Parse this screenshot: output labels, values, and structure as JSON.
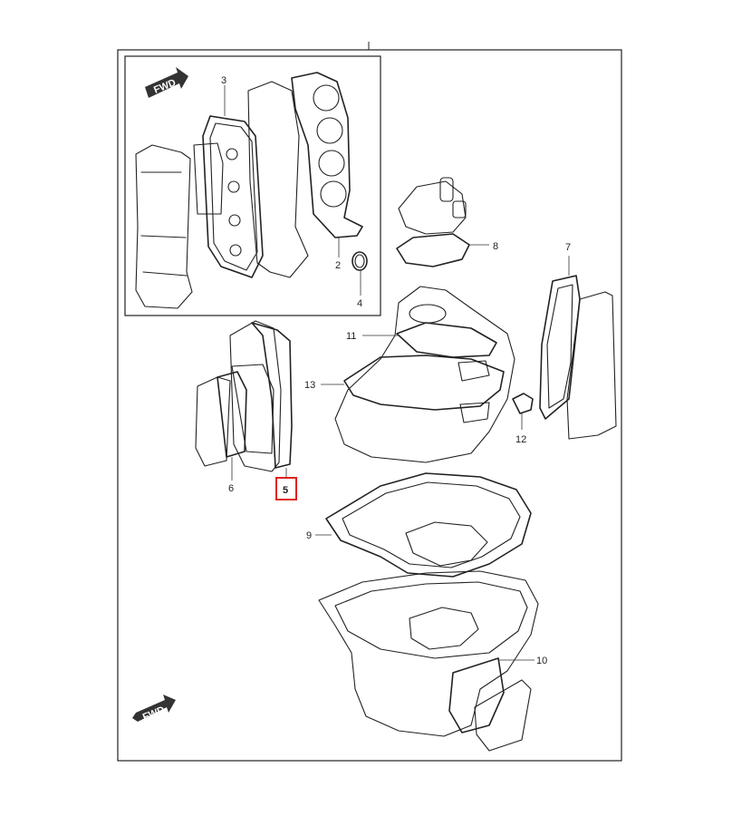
{
  "badges": {
    "fwd_text": "FWD"
  },
  "parts": [
    {
      "id": "2",
      "label": "2"
    },
    {
      "id": "3",
      "label": "3"
    },
    {
      "id": "4",
      "label": "4"
    },
    {
      "id": "5",
      "label": "5"
    },
    {
      "id": "6",
      "label": "6"
    },
    {
      "id": "7",
      "label": "7"
    },
    {
      "id": "8",
      "label": "8"
    },
    {
      "id": "9",
      "label": "9"
    },
    {
      "id": "10",
      "label": "10"
    },
    {
      "id": "11",
      "label": "11"
    },
    {
      "id": "12",
      "label": "12"
    },
    {
      "id": "13",
      "label": "13"
    }
  ],
  "highlight": {
    "part_id": "5",
    "color": "#e02020"
  },
  "colors": {
    "line": "#222222",
    "background": "#ffffff",
    "badge_fill": "#333333"
  }
}
